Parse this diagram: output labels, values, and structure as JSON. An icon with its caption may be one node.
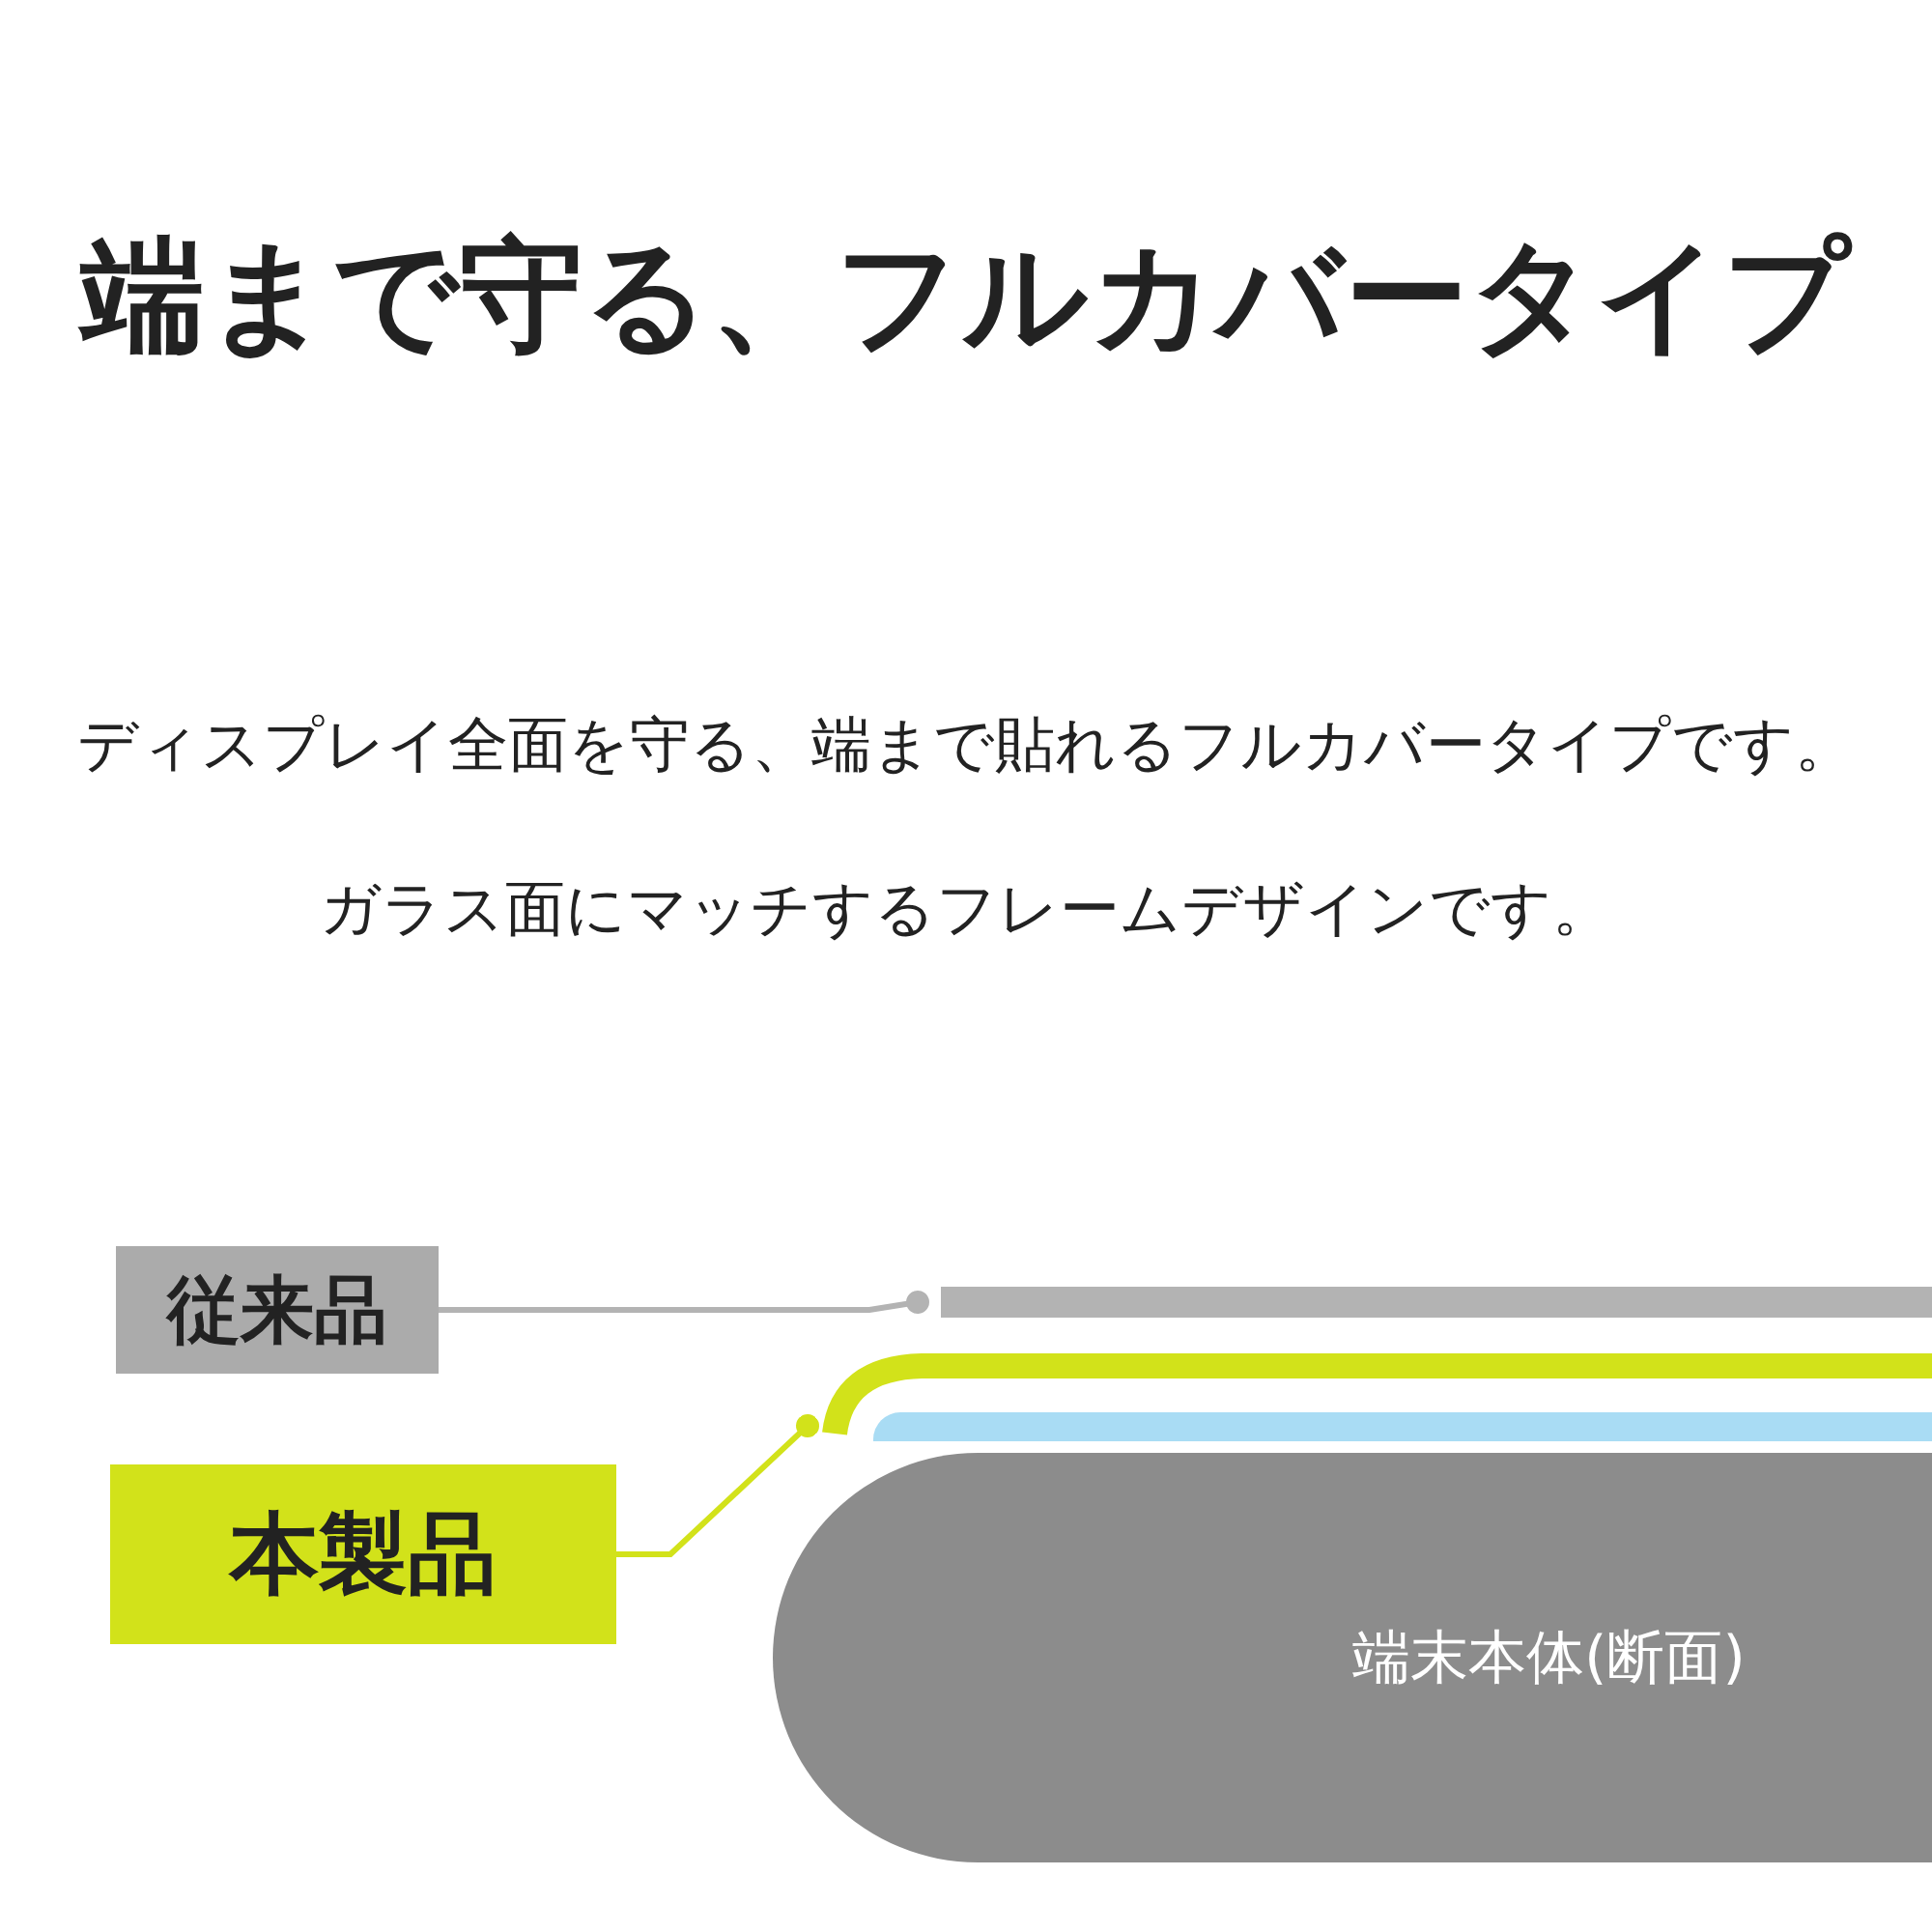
{
  "diagram": {
    "title": "端まで守る、フルカバータイプ",
    "nodes": [
      {
        "text": [
          "従来品"
        ]
      },
      {
        "text": [],
        "shape": "bar"
      },
      {
        "text": [],
        "shape": "bar"
      },
      {
        "text": [],
        "shape": "bar"
      },
      {
        "text": [
          "本製品"
        ]
      },
      {
        "text": [
          "端末本体(断面)"
        ]
      }
    ],
    "edges": [
      {
        "from": 0,
        "to": 1,
        "arrow": "other",
        "color": "#b3b3b3"
      },
      {
        "from": 4,
        "to": 2,
        "arrow": "other",
        "color": "#d2e21a"
      }
    ],
    "labels": [
      "ディスプレイ全面を守る、端まで貼れるフルカバータイプです。",
      "ガラス面にマッチするフレームデザインです。"
    ]
  }
}
